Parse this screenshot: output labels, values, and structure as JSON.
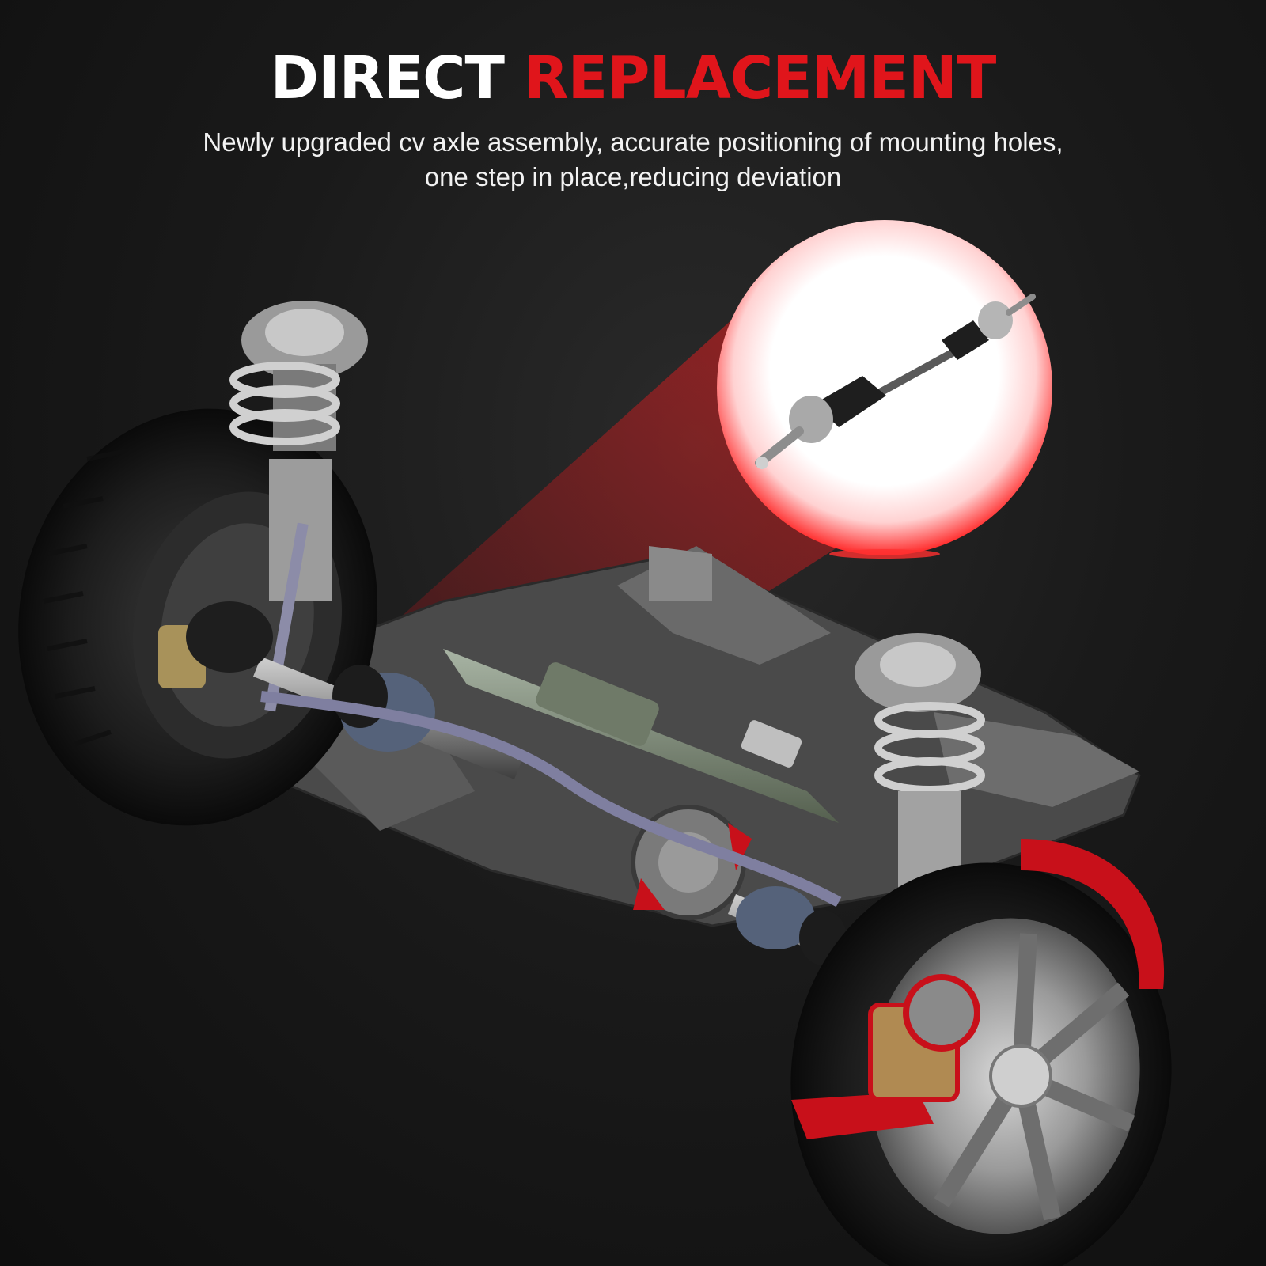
{
  "headline": {
    "word1": "DIRECT",
    "word2": "REPLACEMENT"
  },
  "subline": {
    "line1": "Newly upgraded cv axle assembly, accurate positioning of mounting holes,",
    "line2": "one step in place,reducing deviation"
  },
  "colors": {
    "accent": "#e0151b",
    "background": "#1a1a1a",
    "headline_white": "#ffffff"
  },
  "illustration": {
    "subject": "front-suspension-assembly",
    "callout": "cv-axle-product-closeup"
  }
}
